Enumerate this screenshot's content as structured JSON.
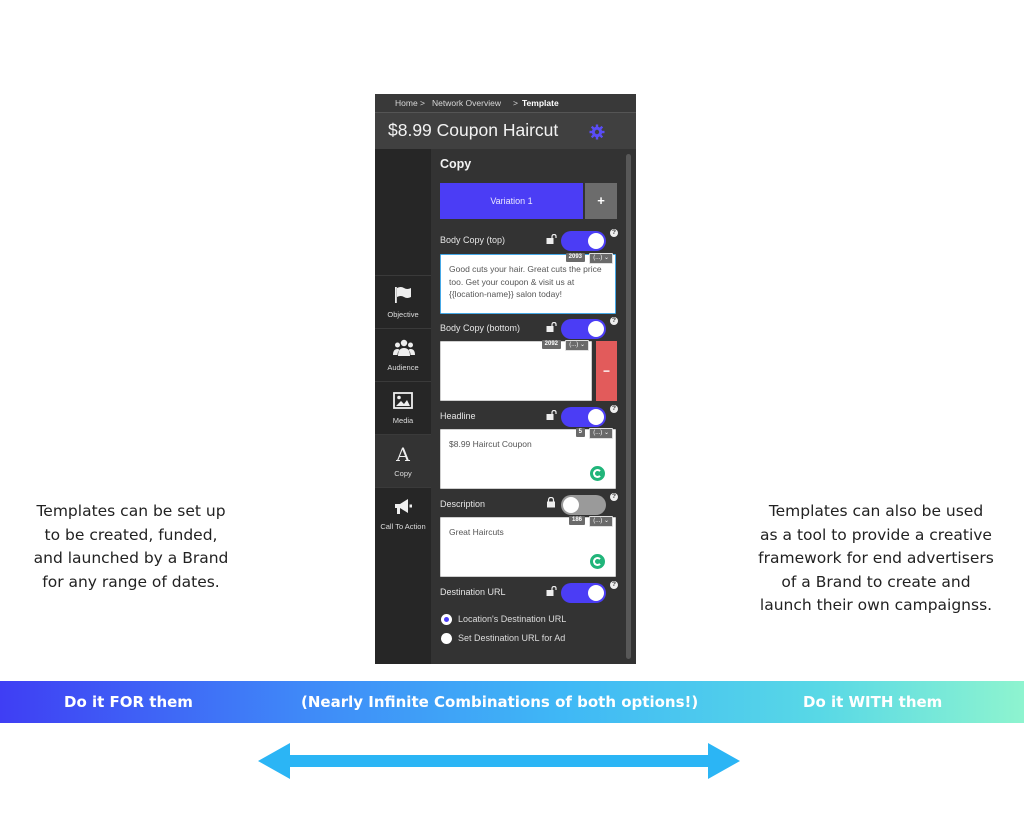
{
  "left_caption": "Templates can be set up to be created, funded, and launched by a Brand for any range of dates.",
  "right_caption": "Templates can also be used as a tool to provide a creative framework for end advertisers of a Brand to create and launch their own campaignss.",
  "breadcrumb": {
    "home": "Home >",
    "network": "Network Overview",
    "sep": ">",
    "current": "Template"
  },
  "page_title": "$8.99 Coupon Haircut",
  "nav": [
    {
      "label": "Objective",
      "icon": "flag-icon"
    },
    {
      "label": "Audience",
      "icon": "people-icon"
    },
    {
      "label": "Media",
      "icon": "image-icon"
    },
    {
      "label": "Copy",
      "icon": "letter-a-icon",
      "glyph": "A"
    },
    {
      "label": "Call To Action",
      "icon": "megaphone-icon"
    }
  ],
  "copy_panel": {
    "title": "Copy",
    "variation_label": "Variation 1",
    "add_label": "+",
    "remove_label": "−",
    "dropdown_label": "(...) ⌄",
    "help_glyph": "?",
    "body_top": {
      "label": "Body Copy (top)",
      "count": "2093",
      "text": "Good cuts your hair. Great cuts the price too. Get your coupon & visit us at {{location-name}} salon today!",
      "enabled": true
    },
    "body_bottom": {
      "label": "Body Copy (bottom)",
      "count": "2092",
      "text": "",
      "enabled": true
    },
    "headline": {
      "label": "Headline",
      "count": "5",
      "text": "$8.99 Haircut Coupon",
      "enabled": true
    },
    "description": {
      "label": "Description",
      "count": "186",
      "text": "Great Haircuts",
      "enabled": false
    },
    "destination": {
      "label": "Destination URL",
      "enabled": true,
      "options": [
        {
          "label": "Location's Destination URL",
          "selected": true
        },
        {
          "label": "Set Destination URL for Ad",
          "selected": false
        }
      ]
    }
  },
  "band": {
    "left": "Do it FOR them",
    "center": "(Nearly Infinite Combinations of both options!)",
    "right": "Do it WITH them"
  },
  "colors": {
    "accent": "#4b3df5",
    "danger": "#e25b5b",
    "band_start": "#3f3ef4",
    "band_end": "#8ef4cf",
    "arrow": "#2bb5f5"
  }
}
